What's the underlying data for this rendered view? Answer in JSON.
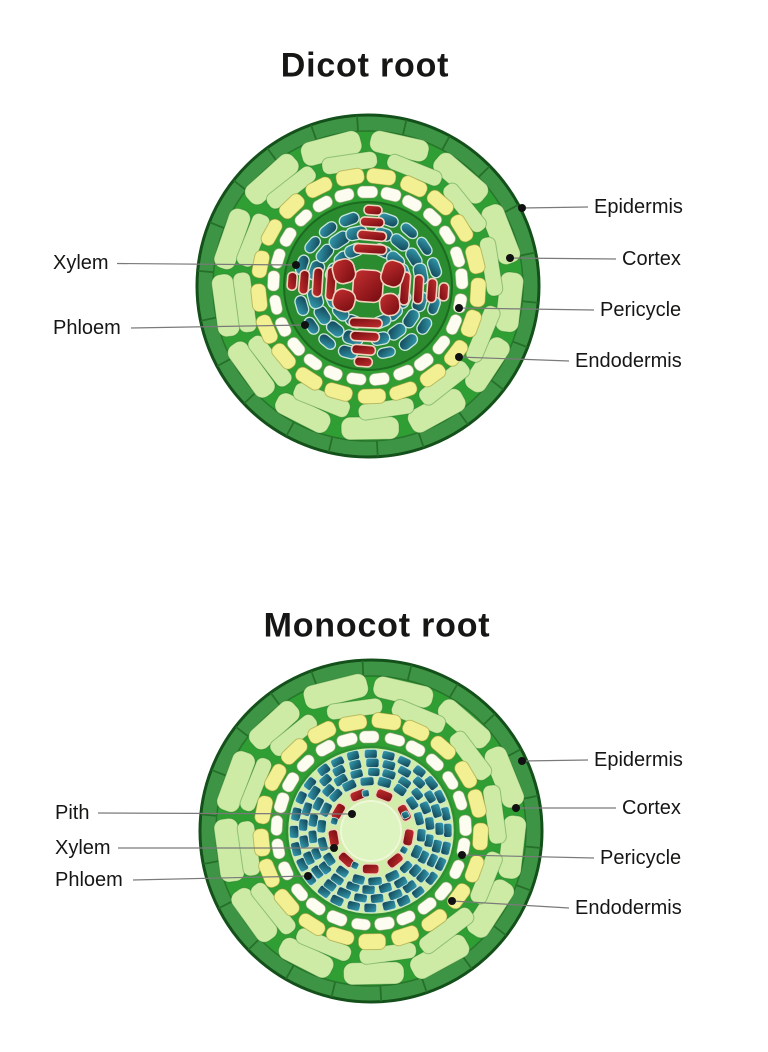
{
  "page": {
    "background_color": "#ffffff"
  },
  "palette": {
    "outline_dark": "#14501a",
    "epidermis_green": "#3e9445",
    "epidermis_tick": "#257029",
    "epidermis_inner_edge": "#27762b",
    "mortar_green": "#2f9e33",
    "cortex_cell": "#cdeba4",
    "endodermis_yellow": "#f3ef93",
    "pericycle_ivory": "#fcfcf0",
    "stele_green": "#2a8c2e",
    "stele_rim": "#1d6a21",
    "xylem_red_light": "#c22727",
    "xylem_red_dark": "#740a10",
    "xylem_stroke": "#f1d4c0",
    "phloem_teal_light": "#36a1b6",
    "phloem_teal_dark": "#0e3d4d",
    "phloem_stroke": "#c9e6de",
    "monocot_stele_bg": "#d2ecaa",
    "monocot_stele_rim": "#2f8f33",
    "pith_fill": "#ddf3c0",
    "pith_rim": "#eef8d8",
    "label_line": "#7a7a7a",
    "label_dot": "#111111",
    "text_color": "#161614"
  },
  "diagrams": [
    {
      "id": "dicot",
      "title": "Dicot root",
      "labels": [
        {
          "text": "Xylem",
          "side": "left"
        },
        {
          "text": "Phloem",
          "side": "left"
        },
        {
          "text": "Epidermis",
          "side": "right"
        },
        {
          "text": "Cortex",
          "side": "right"
        },
        {
          "text": "Pericycle",
          "side": "right"
        },
        {
          "text": "Endodermis",
          "side": "right"
        }
      ]
    },
    {
      "id": "monocot",
      "title": "Monocot root",
      "labels": [
        {
          "text": "Pith",
          "side": "left"
        },
        {
          "text": "Xylem",
          "side": "left"
        },
        {
          "text": "Phloem",
          "side": "left"
        },
        {
          "text": "Epidermis",
          "side": "right"
        },
        {
          "text": "Cortex",
          "side": "right"
        },
        {
          "text": "Pericycle",
          "side": "right"
        },
        {
          "text": "Endodermis",
          "side": "right"
        }
      ]
    }
  ]
}
